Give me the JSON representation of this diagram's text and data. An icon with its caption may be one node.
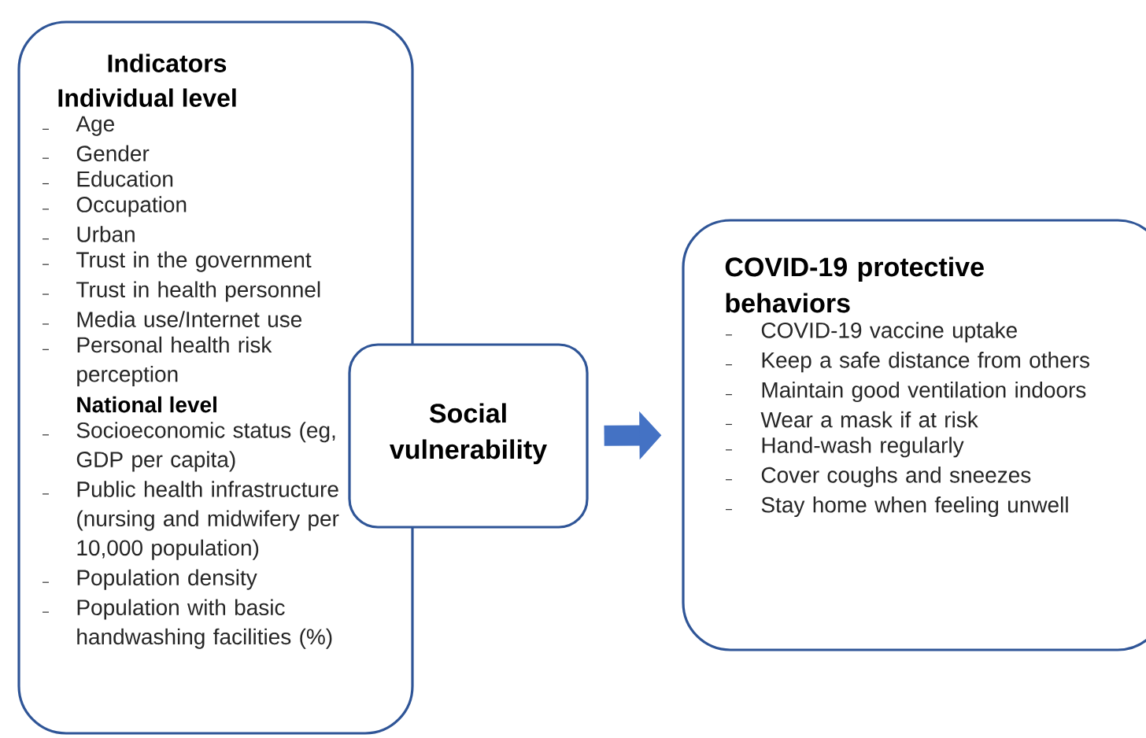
{
  "diagram": {
    "nodes": [
      {
        "text": [
          "Indicators",
          "Individual level",
          "Age",
          "Gender",
          "Education",
          "Occupation",
          "Urban",
          "Trust in the government",
          "Trust in health personnel",
          "Media use/Internet use",
          "Personal health risk perception",
          "National level",
          "Socioeconomic status (eg, GDP per capita)",
          "Public health infrastructure (nursing and midwifery per 10,000 population)",
          "Population density",
          "Population with basic handwashing facilities (%)"
        ]
      },
      {
        "text": [
          "Social vulnerability"
        ]
      },
      {
        "text": [
          "COVID-19 protective behaviors",
          "COVID-19 vaccine uptake",
          "Keep a safe distance from others",
          "Maintain good ventilation indoors",
          "Wear a mask if at risk",
          "Hand-wash regularly",
          "Cover coughs and sneezes",
          "Stay home when feeling unwell"
        ]
      }
    ],
    "edges": [
      {
        "from": 1,
        "to": 2,
        "arrow": "to"
      }
    ]
  }
}
